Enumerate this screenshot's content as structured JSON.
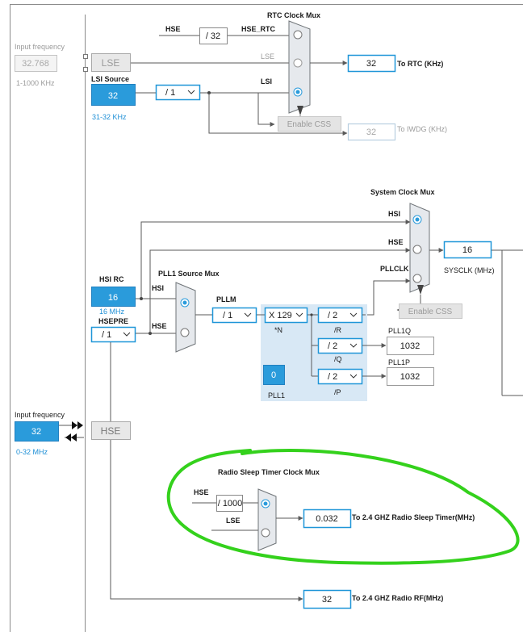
{
  "rtc_mux": {
    "title": "RTC Clock Mux",
    "hse_label": "HSE",
    "div32": "/ 32",
    "hse_rtc_label": "HSE_RTC",
    "lse_label": "LSE",
    "lsi_label": "LSI",
    "enable_css": "Enable CSS",
    "rtc_value": "32",
    "rtc_output_label": "To RTC (KHz)",
    "iwdg_value": "32",
    "iwdg_output_label": "To IWDG (KHz)"
  },
  "lse_input": {
    "title": "Input frequency",
    "value": "32.768",
    "range": "1-1000 KHz",
    "block_label": "LSE"
  },
  "lsi_source": {
    "title": "LSI Source",
    "value": "32",
    "range": "31-32 KHz",
    "divider": "/ 1"
  },
  "system_mux": {
    "title": "System Clock Mux",
    "hsi_label": "HSI",
    "hse_label": "HSE",
    "pllclk_label": "PLLCLK",
    "sysclk_value": "16",
    "sysclk_label": "SYSCLK (MHz)",
    "enable_css": "Enable CSS"
  },
  "hsi_rc": {
    "title": "HSI RC",
    "value": "16",
    "unit": "16 MHz"
  },
  "hsepre": {
    "title": "HSEPRE",
    "divider": "/ 1"
  },
  "pll1": {
    "source_mux_title": "PLL1 Source Mux",
    "hsi_label": "HSI",
    "hse_label": "HSE",
    "pllm_label": "PLLM",
    "pllm_value": "/ 1",
    "n_value": "X 129",
    "n_label": "*N",
    "r_div": "/ 2",
    "r_label": "/R",
    "q_div": "/ 2",
    "q_label": "/Q",
    "p_div": "/ 2",
    "p_label": "/P",
    "pll1q_label": "PLL1Q",
    "pll1q_value": "1032",
    "pll1p_label": "PLL1P",
    "pll1p_value": "1032",
    "pll1_label": "PLL1",
    "pll1_value": "0"
  },
  "hse_input": {
    "title": "Input frequency",
    "value": "32",
    "range": "0-32 MHz",
    "block_label": "HSE"
  },
  "radio_sleep": {
    "title": "Radio Sleep Timer Clock Mux",
    "hse_label": "HSE",
    "div": "/ 1000",
    "lse_label": "LSE",
    "value": "0.032",
    "output_label": "To 2.4 GHZ Radio Sleep Timer(MHz)"
  },
  "radio_rf": {
    "value": "32",
    "output_label": "To 2.4 GHZ Radio RF(MHz)"
  },
  "highlight_color": "#34d11c",
  "accent_color": "#2a9bdb"
}
